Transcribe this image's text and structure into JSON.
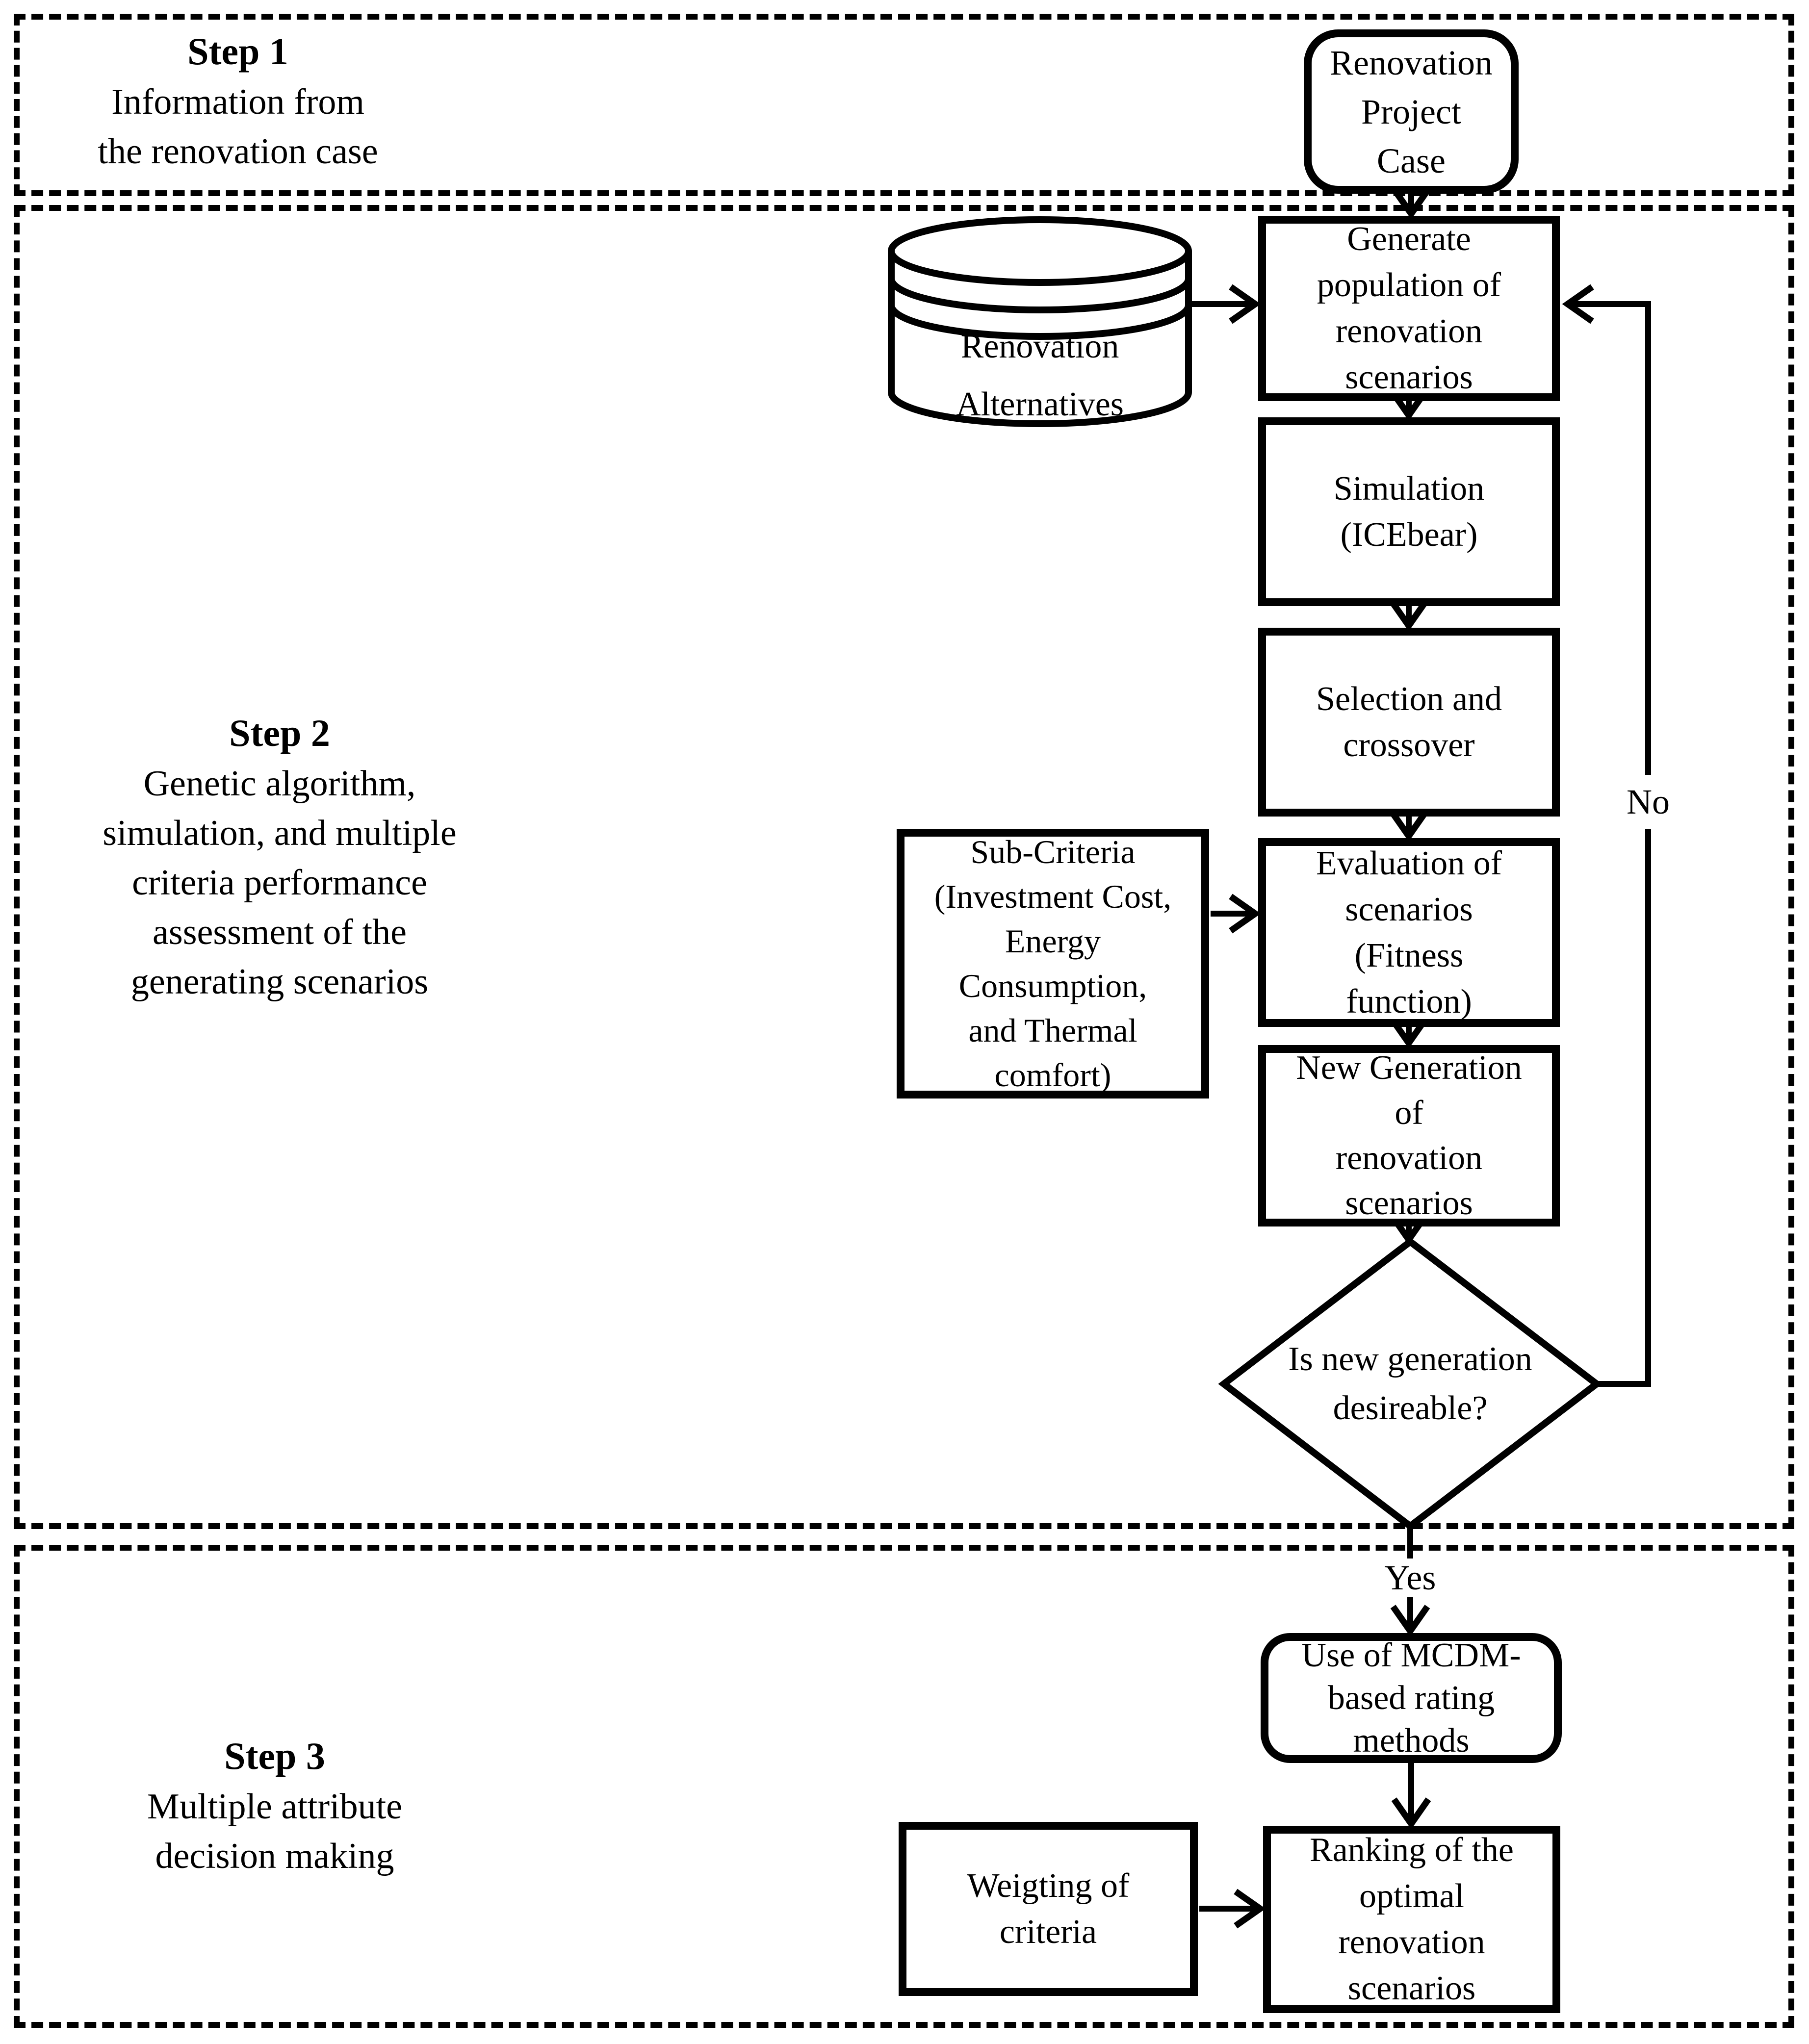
{
  "figure": {
    "background": "#ffffff",
    "line_color": "#000000",
    "text_color": "#000000"
  },
  "sections": [
    {
      "step_label": "Step 1",
      "description": "Information from\nthe renovation case"
    },
    {
      "step_label": "Step 2",
      "description": "Genetic algorithm,\nsimulation, and multiple\ncriteria performance\nassessment of the\ngenerating scenarios"
    },
    {
      "step_label": "Step 3",
      "description": "Multiple attribute\ndecision making"
    }
  ],
  "nodes": {
    "renovation_project_case": {
      "shape": "rounded-rect",
      "label": "Renovation\nProject\nCase"
    },
    "renovation_alternatives": {
      "shape": "cylinder",
      "label": "Renovation\nAlternatives"
    },
    "generate_population": {
      "shape": "rect",
      "label": "Generate\npopulation of\nrenovation\nscenarios"
    },
    "simulation": {
      "shape": "rect",
      "label": "Simulation\n(ICEbear)"
    },
    "selection_crossover": {
      "shape": "rect",
      "label": "Selection and\ncrossover"
    },
    "sub_criteria": {
      "shape": "rect",
      "label": "Sub-Criteria\n(Investment Cost,\nEnergy\nConsumption,\nand Thermal\ncomfort)"
    },
    "evaluation_scenarios": {
      "shape": "rect",
      "label": "Evaluation of\nscenarios\n(Fitness\nfunction)"
    },
    "new_generation": {
      "shape": "rect",
      "label": "New Generation\nof\nrenovation\nscenarios"
    },
    "decision": {
      "shape": "diamond",
      "label": "Is new generation\ndesireable?"
    },
    "mcdm_methods": {
      "shape": "rounded-rect",
      "label": "Use of MCDM-\nbased rating\nmethods"
    },
    "weighting_criteria": {
      "shape": "rect",
      "label": "Weigting of\ncriteria"
    },
    "ranking": {
      "shape": "rect",
      "label": "Ranking of the\noptimal\nrenovation\nscenarios"
    }
  },
  "edge_labels": {
    "yes": "Yes",
    "no": "No"
  }
}
